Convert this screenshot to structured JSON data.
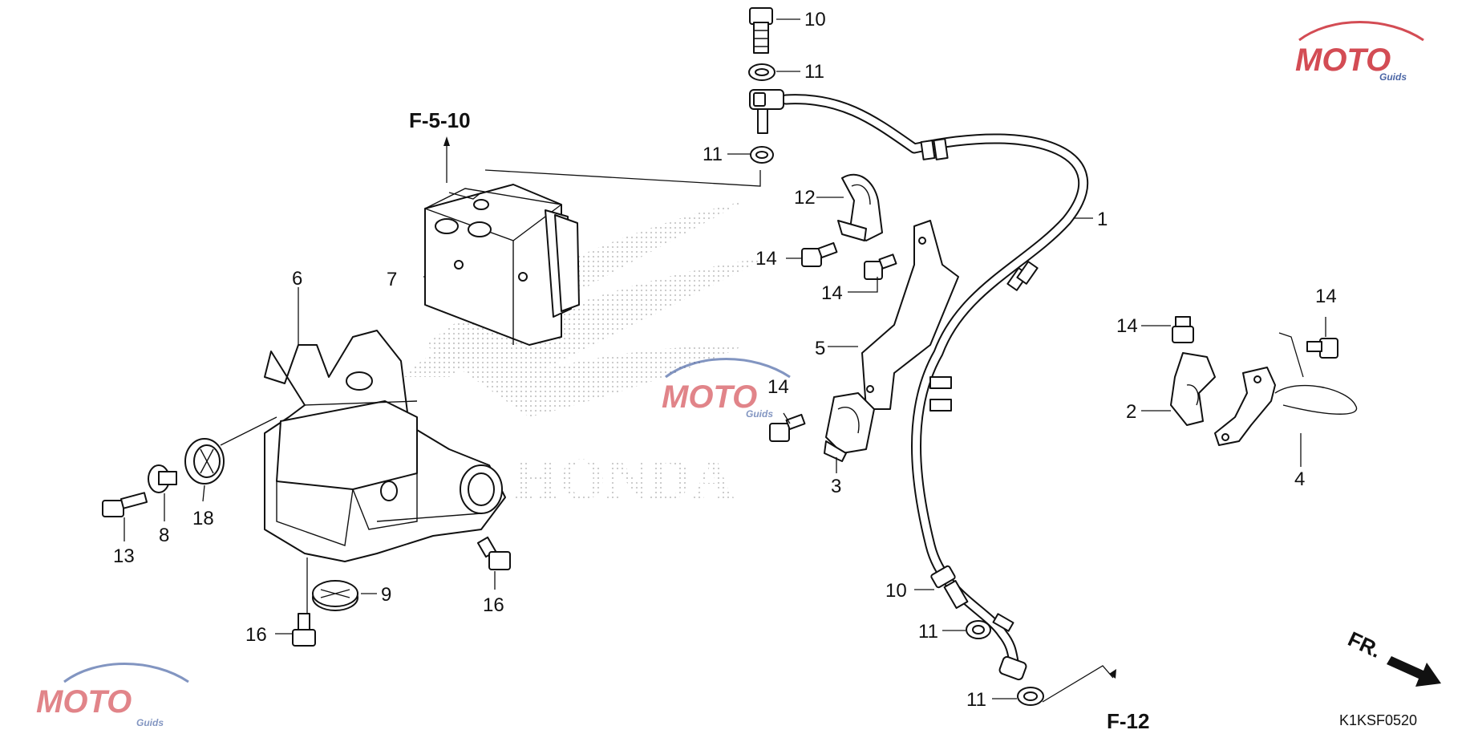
{
  "labels": {
    "hose": "1",
    "clamp_right": "2",
    "clamp_center": "3",
    "stay_right": "4",
    "stay_center": "5",
    "bracket": "6",
    "modulator": "7",
    "collar": "8",
    "rubber_bottom": "9",
    "bolt_top": "10",
    "bolt_bottom": "10",
    "washer_top_1": "11",
    "washer_top_2": "11",
    "washer_bottom_1": "11",
    "washer_bottom_2": "11",
    "clamp_top": "12",
    "bolt_left": "13",
    "bolt_14_a": "14",
    "bolt_14_b": "14",
    "bolt_14_c": "14",
    "bolt_14_d": "14",
    "bolt_14_e": "14",
    "bolt_16_a": "16",
    "bolt_16_b": "16",
    "rubber_left": "18"
  },
  "references": {
    "f_5_10": "F-5-10",
    "f_12": "F-12",
    "front": "FR."
  },
  "diagram_code": "K1KSF0520",
  "watermark": {
    "text": "MOTO",
    "subtext": "Guids",
    "accent_color": "#c9202a",
    "secondary_color": "#1d3f8f"
  },
  "background_logo": "HONDA"
}
